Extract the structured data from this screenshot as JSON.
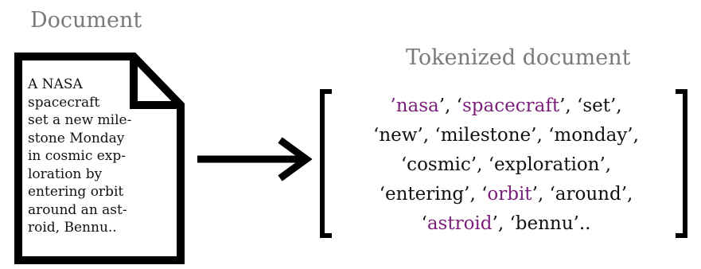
{
  "titles": {
    "document": "Document",
    "tokenized": "Tokenized document"
  },
  "document_lines": [
    "A NASA",
    "spacecraft",
    "set a new mile-",
    "stone Monday",
    "in cosmic exp-",
    "loration by",
    "entering orbit",
    "around an ast-",
    "roid, Bennu.."
  ],
  "token_lines": [
    [
      {
        "text": "’nasa",
        "highlight": true
      },
      {
        "text": "’, ‘",
        "highlight": false
      },
      {
        "text": "spacecraft",
        "highlight": true
      },
      {
        "text": "’, ‘set’,",
        "highlight": false
      }
    ],
    [
      {
        "text": "‘new’, ‘milestone’, ‘monday’,",
        "highlight": false
      }
    ],
    [
      {
        "text": "‘cosmic’, ‘exploration’,",
        "highlight": false
      }
    ],
    [
      {
        "text": "‘entering’, ‘",
        "highlight": false
      },
      {
        "text": "orbit",
        "highlight": true
      },
      {
        "text": "’, ‘around’,",
        "highlight": false
      }
    ],
    [
      {
        "text": "‘",
        "highlight": false
      },
      {
        "text": "astroid",
        "highlight": true
      },
      {
        "text": "’, ‘bennu’..",
        "highlight": false
      }
    ]
  ],
  "colors": {
    "highlight": "#7a1f7a",
    "title": "#7a7a7a",
    "text": "#111111"
  },
  "icons": {
    "document": "document-icon",
    "arrow": "right-arrow-icon"
  }
}
